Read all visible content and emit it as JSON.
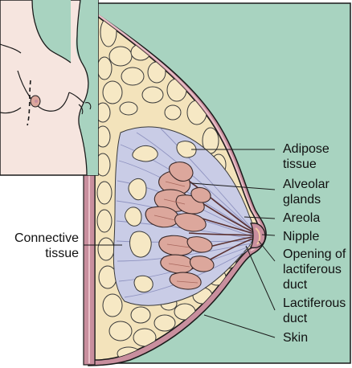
{
  "colors": {
    "background_green": "#a8d3c0",
    "skin_pink": "#c98f9e",
    "skin_pink_light": "#e9c0c8",
    "adipose_fill": "#f3e3bb",
    "adipose_outline": "#2b2b2b",
    "lobe_fill": "#dca79c",
    "lobe_dark": "#c78579",
    "connective_fill": "#c9cce6",
    "inset_skin": "#f6e5df",
    "line": "#1a1a1a"
  },
  "labels": {
    "adipose": [
      "Adipose",
      "tissue"
    ],
    "alveolar": [
      "Alveolar",
      "glands"
    ],
    "areola": [
      "Areola"
    ],
    "nipple": [
      "Nipple"
    ],
    "opening": [
      "Opening of",
      "lactiferous",
      "duct"
    ],
    "lactiferous": [
      "Lactiferous",
      "duct"
    ],
    "skin": [
      "Skin"
    ],
    "connective": [
      "Connective",
      "tissue"
    ]
  }
}
